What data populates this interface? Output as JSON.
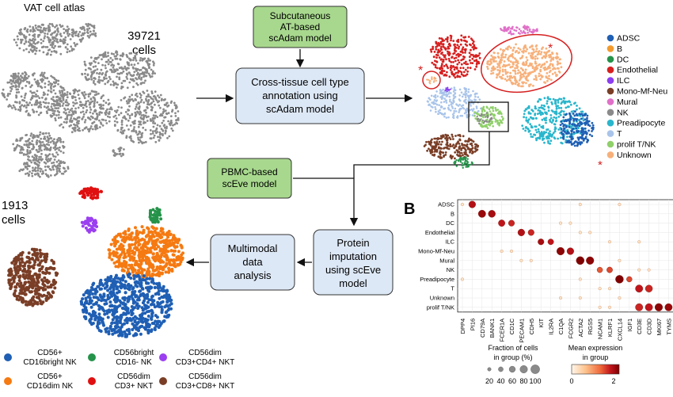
{
  "atlas": {
    "title": "VAT cell atlas",
    "count_num": "39721",
    "count_word": "cells"
  },
  "boxes": {
    "scadam_model": [
      "Subcutaneous",
      "AT-based",
      "scAdam model"
    ],
    "annotation": [
      "Cross-tissue cell type",
      "annotation using",
      "scAdam model"
    ],
    "sceve_model": [
      "PBMC-based",
      "scEve model"
    ],
    "protein": [
      "Protein",
      "imputation",
      "using scEve",
      "model"
    ],
    "multimodal": [
      "Multimodal",
      "data",
      "analysis"
    ]
  },
  "small_umap": {
    "count_num": "1913",
    "count_word": "cells"
  },
  "panel_b_label": "B",
  "celltype_legend": {
    "items": [
      {
        "label": "ADSC",
        "color": "#1f5fb4"
      },
      {
        "label": "B",
        "color": "#f39a2d"
      },
      {
        "label": "DC",
        "color": "#25934a"
      },
      {
        "label": "Endothelial",
        "color": "#d62020"
      },
      {
        "label": "ILC",
        "color": "#8b3ff0"
      },
      {
        "label": "Mono-Mf-Neu",
        "color": "#7a3e26"
      },
      {
        "label": "Mural",
        "color": "#e070c8"
      },
      {
        "label": "NK",
        "color": "#8a8a8a"
      },
      {
        "label": "Preadipocyte",
        "color": "#2ab6cc"
      },
      {
        "label": "T",
        "color": "#a9c4ea"
      },
      {
        "label": "prolif T/NK",
        "color": "#8fd06a"
      },
      {
        "label": "Unknown",
        "color": "#f7b07a"
      }
    ],
    "unknown_marker": "*"
  },
  "nk_legend": {
    "items": [
      {
        "line1": "CD56+",
        "line2": "CD16bright NK",
        "color": "#1f5fb4"
      },
      {
        "line1": "CD56bright",
        "line2": "CD16- NK",
        "color": "#25934a"
      },
      {
        "line1": "CD56dim",
        "line2": "CD3+CD4+ NKT",
        "color": "#9b3ff0"
      },
      {
        "line1": "CD56+",
        "line2": "CD16dim NK",
        "color": "#f57a12"
      },
      {
        "line1": "CD56dim",
        "line2": "CD3+ NKT",
        "color": "#e01010"
      },
      {
        "line1": "CD56dim",
        "line2": "CD3+CD8+ NKT",
        "color": "#7a3e26"
      }
    ]
  },
  "dotplot": {
    "rows": [
      "ADSC",
      "B",
      "DC",
      "Endothelial",
      "ILC",
      "Mono-Mf-Neu",
      "Mural",
      "NK",
      "Preadipocyte",
      "T",
      "Unknown",
      "prolif T/NK"
    ],
    "cols": [
      "DPP4",
      "PI16",
      "CD79A",
      "BANK1",
      "FCER1A",
      "CD1C",
      "PECAM1",
      "CDH5",
      "KIT",
      "IL2RA",
      "C1QA",
      "FCGR2",
      "ACTA2",
      "RGS5",
      "NCAM1",
      "KLRF1",
      "CXCL14",
      "IGF1",
      "CD3E",
      "CD3D",
      "MKI67",
      "TYMS"
    ],
    "strong_dots": [
      {
        "row": 0,
        "col": 1,
        "expr": 0.8,
        "frac": 0.75
      },
      {
        "row": 1,
        "col": 2,
        "expr": 0.9,
        "frac": 0.85
      },
      {
        "row": 1,
        "col": 3,
        "expr": 0.85,
        "frac": 0.8
      },
      {
        "row": 2,
        "col": 4,
        "expr": 0.75,
        "frac": 0.7
      },
      {
        "row": 2,
        "col": 5,
        "expr": 0.7,
        "frac": 0.6
      },
      {
        "row": 3,
        "col": 6,
        "expr": 0.8,
        "frac": 0.75
      },
      {
        "row": 3,
        "col": 7,
        "expr": 0.7,
        "frac": 0.6
      },
      {
        "row": 4,
        "col": 8,
        "expr": 0.85,
        "frac": 0.6
      },
      {
        "row": 4,
        "col": 9,
        "expr": 0.75,
        "frac": 0.55
      },
      {
        "row": 5,
        "col": 10,
        "expr": 0.95,
        "frac": 0.9
      },
      {
        "row": 5,
        "col": 11,
        "expr": 0.8,
        "frac": 0.75
      },
      {
        "row": 6,
        "col": 12,
        "expr": 1.0,
        "frac": 0.95
      },
      {
        "row": 6,
        "col": 13,
        "expr": 0.95,
        "frac": 0.9
      },
      {
        "row": 7,
        "col": 14,
        "expr": 0.55,
        "frac": 0.5
      },
      {
        "row": 7,
        "col": 15,
        "expr": 0.6,
        "frac": 0.55
      },
      {
        "row": 8,
        "col": 16,
        "expr": 1.0,
        "frac": 0.95
      },
      {
        "row": 8,
        "col": 17,
        "expr": 0.6,
        "frac": 0.5
      },
      {
        "row": 9,
        "col": 18,
        "expr": 0.75,
        "frac": 0.85
      },
      {
        "row": 9,
        "col": 19,
        "expr": 0.7,
        "frac": 0.8
      },
      {
        "row": 11,
        "col": 18,
        "expr": 0.7,
        "frac": 0.85
      },
      {
        "row": 11,
        "col": 19,
        "expr": 0.75,
        "frac": 0.85
      },
      {
        "row": 11,
        "col": 20,
        "expr": 0.95,
        "frac": 0.9
      },
      {
        "row": 11,
        "col": 21,
        "expr": 0.9,
        "frac": 0.85
      }
    ],
    "faint_dots": [
      {
        "row": 0,
        "col": 0
      },
      {
        "row": 0,
        "col": 12
      },
      {
        "row": 0,
        "col": 16
      },
      {
        "row": 2,
        "col": 10
      },
      {
        "row": 2,
        "col": 11
      },
      {
        "row": 3,
        "col": 12
      },
      {
        "row": 3,
        "col": 13
      },
      {
        "row": 4,
        "col": 18
      },
      {
        "row": 4,
        "col": 15
      },
      {
        "row": 5,
        "col": 5
      },
      {
        "row": 5,
        "col": 4
      },
      {
        "row": 6,
        "col": 7
      },
      {
        "row": 6,
        "col": 6
      },
      {
        "row": 6,
        "col": 16
      },
      {
        "row": 7,
        "col": 18
      },
      {
        "row": 7,
        "col": 19
      },
      {
        "row": 8,
        "col": 0
      },
      {
        "row": 8,
        "col": 12
      },
      {
        "row": 10,
        "col": 10
      },
      {
        "row": 10,
        "col": 16
      },
      {
        "row": 10,
        "col": 12
      },
      {
        "row": 11,
        "col": 14
      },
      {
        "row": 11,
        "col": 15
      },
      {
        "row": 9,
        "col": 15
      },
      {
        "row": 9,
        "col": 14
      }
    ],
    "size_legend": {
      "title_line1": "Fraction of cells",
      "title_line2": "in group (%)",
      "ticks": [
        "20",
        "40",
        "60",
        "80",
        "100"
      ]
    },
    "color_legend": {
      "title_line1": "Mean expression",
      "title_line2": "in group",
      "min_label": "0",
      "max_label": "2",
      "colors": [
        "#fff7ec",
        "#fdc08a",
        "#f06a3c",
        "#c0141b",
        "#7f0000"
      ]
    }
  }
}
